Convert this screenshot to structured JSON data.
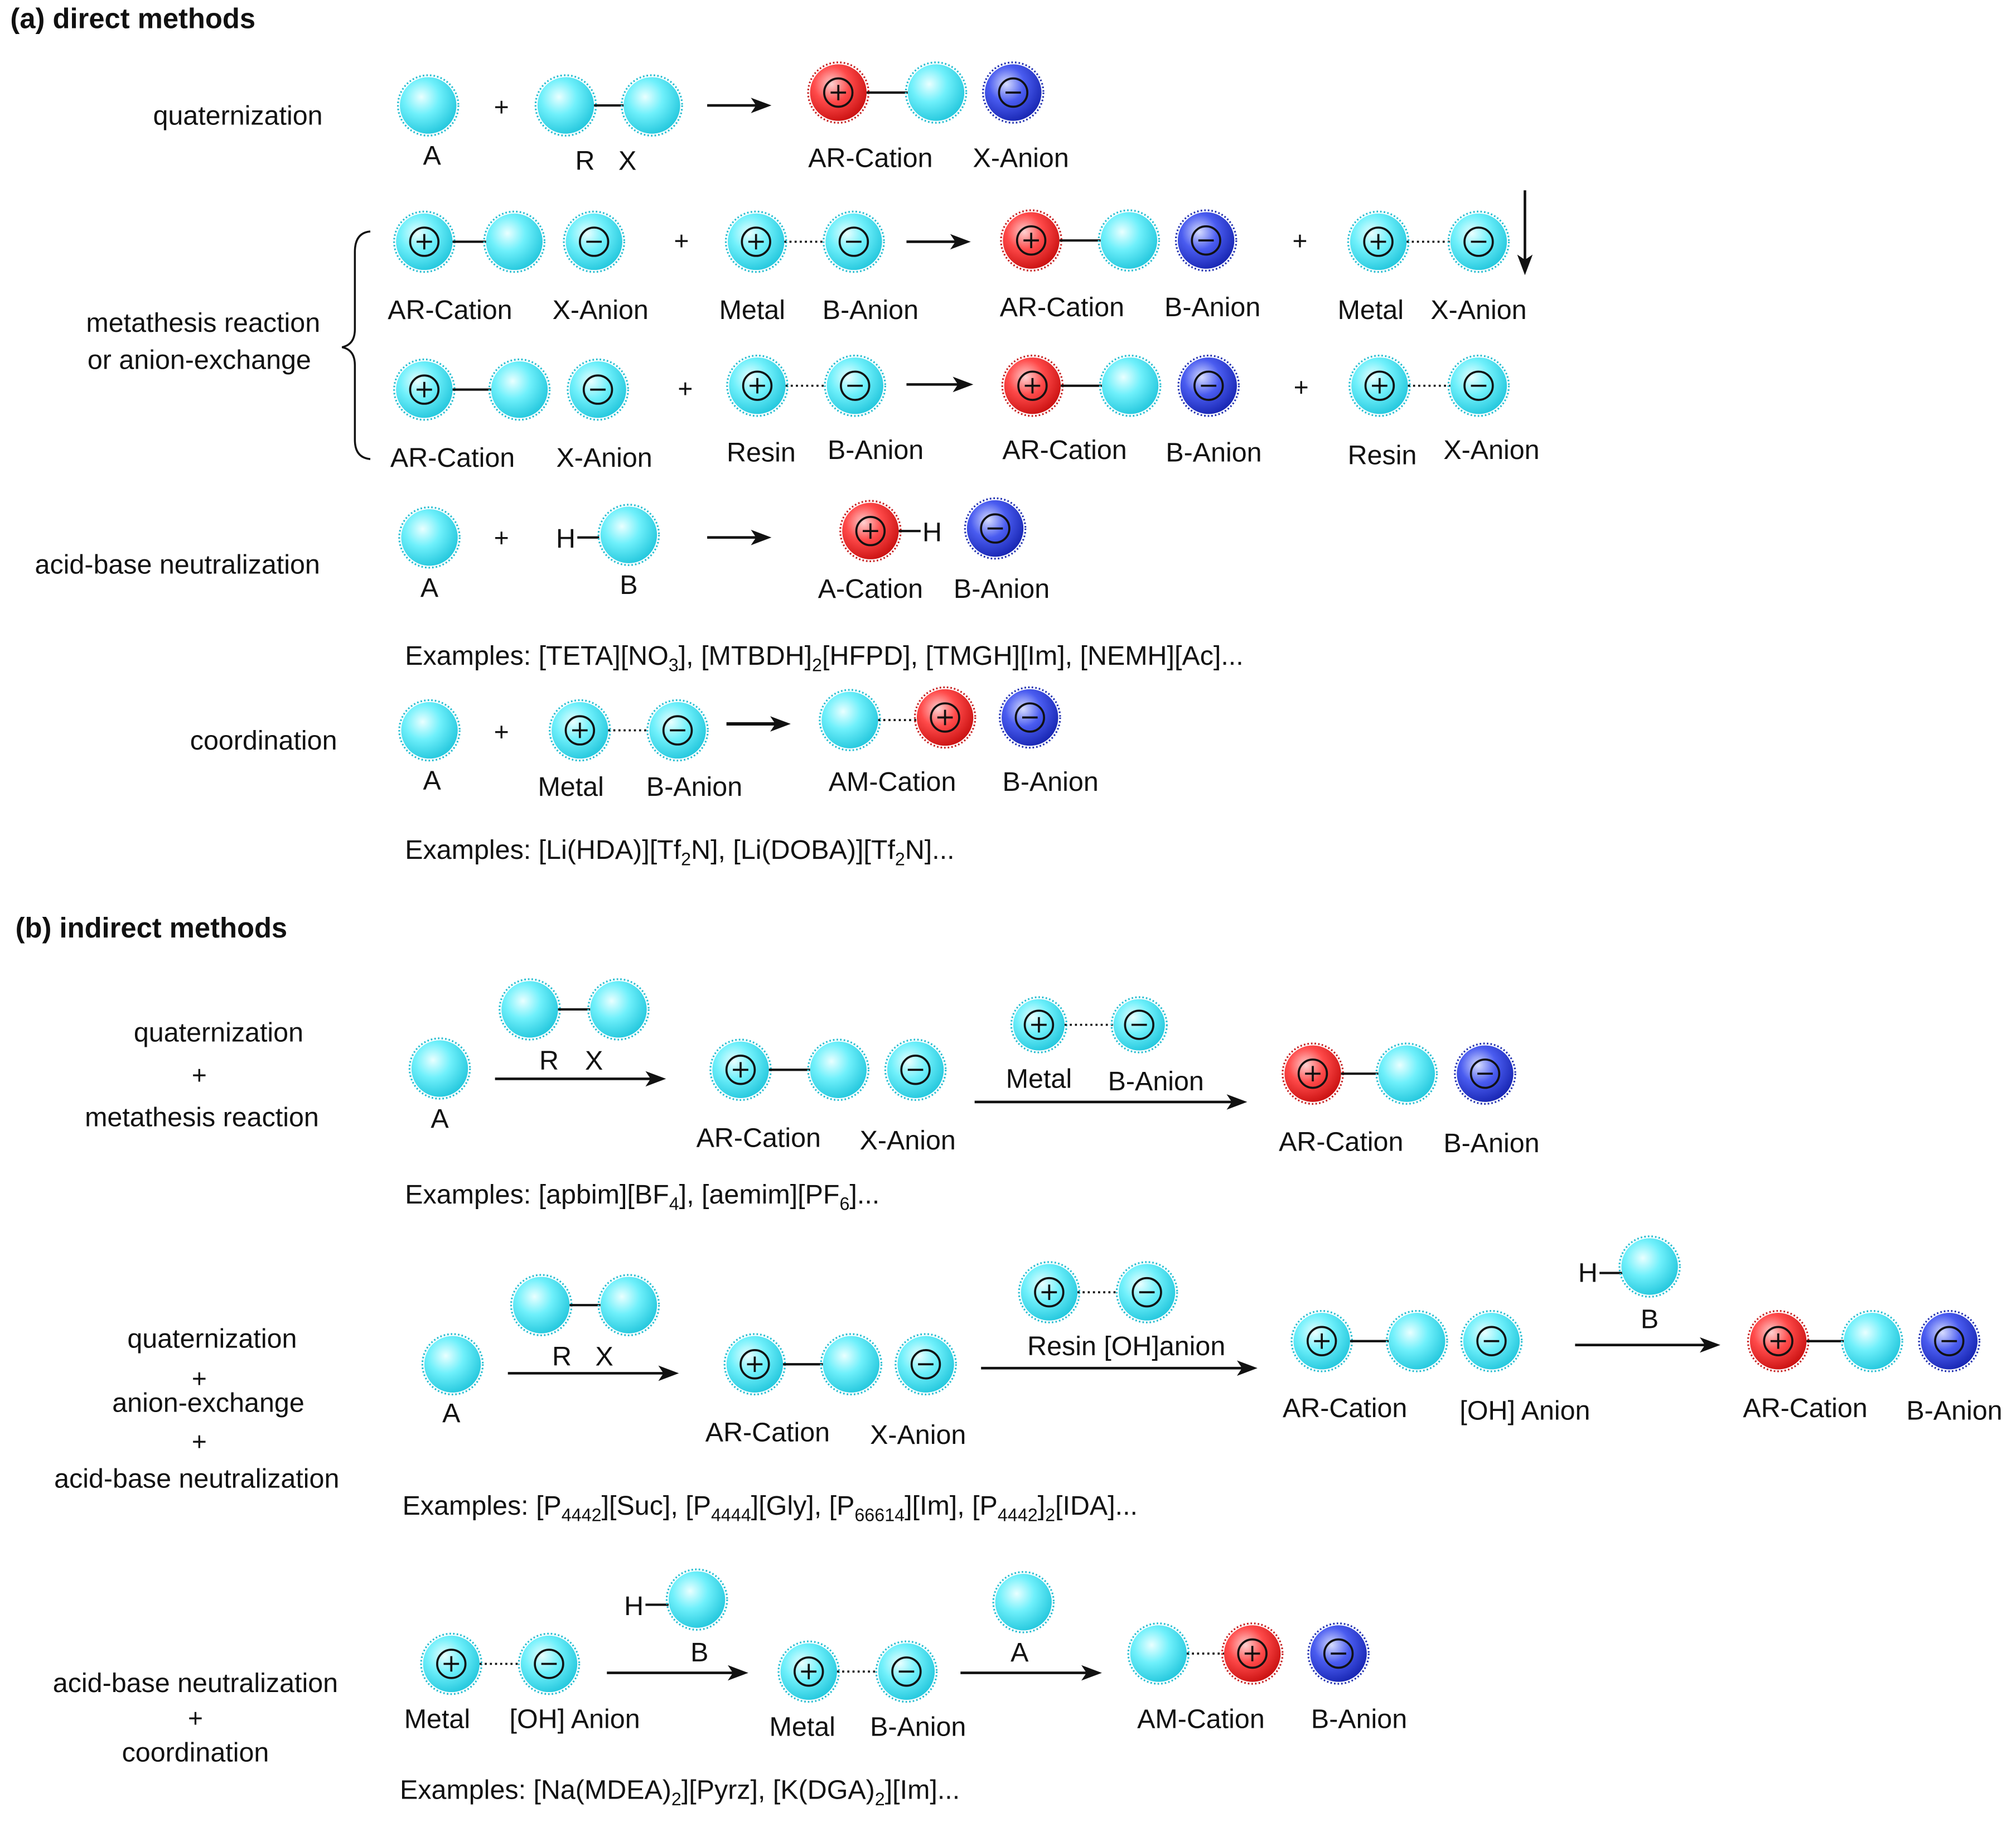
{
  "section_a": {
    "title": "(a) direct methods"
  },
  "section_b": {
    "title": "(b) indirect methods"
  },
  "labels": {
    "quaternization": "quaternization",
    "metathesis_1": "metathesis reaction",
    "metathesis_2": "or anion-exchange",
    "acid_base": "acid-base neutralization",
    "coordination": "coordination",
    "metathesis_reaction": "metathesis reaction",
    "anion_exchange": "anion-exchange",
    "plus": "+"
  },
  "species": {
    "A": "A",
    "B": "B",
    "R": "R",
    "X": "X",
    "H": "H",
    "ar_cation": "AR-Cation",
    "x_anion": "X-Anion",
    "b_anion": "B-Anion",
    "metal": "Metal",
    "resin": "Resin",
    "a_cation": "A-Cation",
    "am_cation": "AM-Cation",
    "resin_oh": "Resin [OH]anion",
    "oh_anion": "[OH] Anion"
  },
  "examples": {
    "acid_base": "Examples: [TETA][NO<sub>3</sub>], [MTBDH]<sub>2</sub>[HFPD], [TMGH][Im], [NEMH][Ac]...",
    "coordination": "Examples: [Li(HDA)][Tf<sub>2</sub>N], [Li(DOBA)][Tf<sub>2</sub>N]...",
    "quat_meta": "Examples: [apbim][BF<sub>4</sub>], [aemim][PF<sub>6</sub>]...",
    "quat_anion_acid": "Examples: [P<sub>4442</sub>][Suc], [P<sub>4444</sub>][Gly], [P<sub>66614</sub>][Im], [P<sub>4442</sub>]<sub>2</sub>[IDA]...",
    "acid_coord": "Examples: [Na(MDEA)<sub>2</sub>][Pyrz], [K(DGA)<sub>2</sub>][Im]..."
  },
  "colors": {
    "neutral_sphere": "#3fe0f0",
    "cation_sphere": "#ee2222",
    "anion_sphere": "#2a3fd8"
  }
}
